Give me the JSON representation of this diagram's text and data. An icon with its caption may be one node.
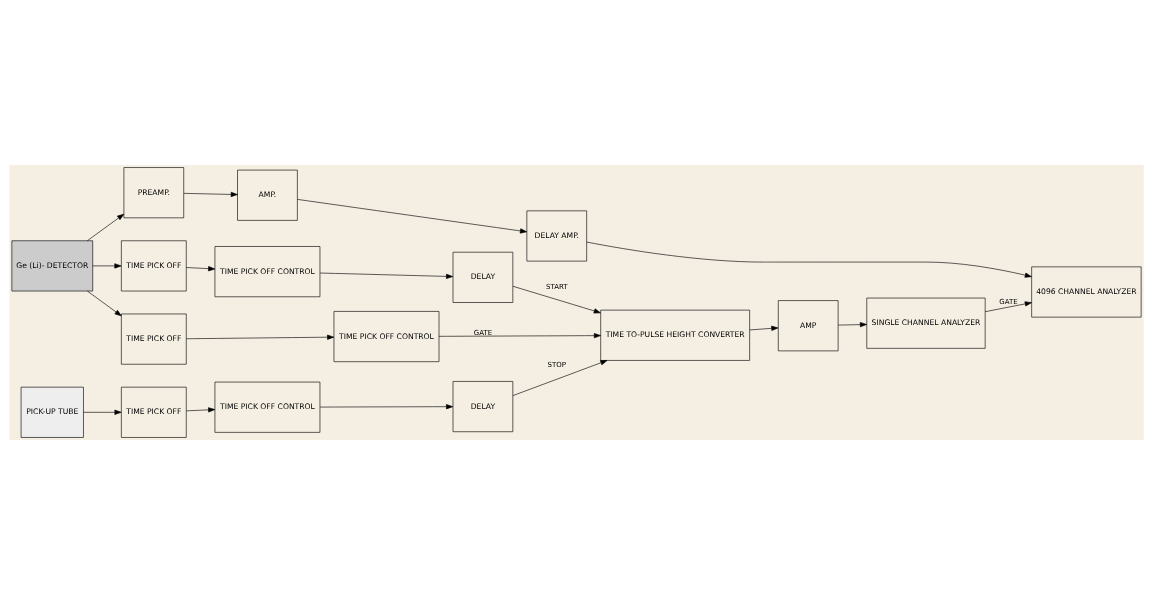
{
  "diagram": {
    "nodes": [
      {
        "text": [
          "Ge (Li)- DETECTOR"
        ]
      },
      {
        "text": [
          "PREAMP."
        ]
      },
      {
        "text": [
          "AMP."
        ]
      },
      {
        "text": [
          "DELAY AMP."
        ]
      },
      {
        "text": [
          "4096 CHANNEL ANALYZER"
        ]
      },
      {
        "text": [
          "TIME PICK OFF"
        ]
      },
      {
        "text": [
          "TIME PICK OFF CONTROL"
        ]
      },
      {
        "text": [
          "DELAY"
        ]
      },
      {
        "text": [
          "SINGLE CHANNEL ANALYZER"
        ]
      },
      {
        "text": [
          "TIME PICK OFF"
        ]
      },
      {
        "text": [
          "TIME PICK OFF CONTROL"
        ]
      },
      {
        "text": [
          "TIME TO-PULSE HEIGHT CONVERTER"
        ]
      },
      {
        "text": [
          "AMP"
        ]
      },
      {
        "text": [
          "PICK-UP TUBE"
        ]
      },
      {
        "text": [
          "TIME PICK OFF"
        ]
      },
      {
        "text": [
          "TIME PICK OFF CONTROL"
        ]
      },
      {
        "text": [
          "DELAY"
        ]
      }
    ],
    "edges": [
      {
        "from": 0,
        "to": 1,
        "arrow": "to"
      },
      {
        "from": 0,
        "to": 5,
        "arrow": "to"
      },
      {
        "from": 0,
        "to": 9,
        "arrow": "to"
      },
      {
        "from": 1,
        "to": 2,
        "arrow": "to"
      },
      {
        "from": 2,
        "to": 3,
        "arrow": "to"
      },
      {
        "from": 3,
        "to": 4,
        "arrow": "to"
      },
      {
        "from": 5,
        "to": 6,
        "arrow": "to"
      },
      {
        "from": 6,
        "to": 7,
        "arrow": "to"
      },
      {
        "from": 7,
        "to": 11,
        "label": "START",
        "arrow": "to"
      },
      {
        "from": 9,
        "to": 10,
        "arrow": "to"
      },
      {
        "from": 10,
        "to": 11,
        "label": "GATE",
        "arrow": "to"
      },
      {
        "from": 11,
        "to": 12,
        "arrow": "to"
      },
      {
        "from": 12,
        "to": 8,
        "arrow": "to"
      },
      {
        "from": 8,
        "to": 4,
        "label": "GATE",
        "arrow": "to"
      },
      {
        "from": 13,
        "to": 14,
        "arrow": "to"
      },
      {
        "from": 14,
        "to": 15,
        "arrow": "to"
      },
      {
        "from": 15,
        "to": 16,
        "arrow": "to"
      },
      {
        "from": 16,
        "to": 11,
        "label": "STOP",
        "arrow": "to"
      }
    ]
  }
}
